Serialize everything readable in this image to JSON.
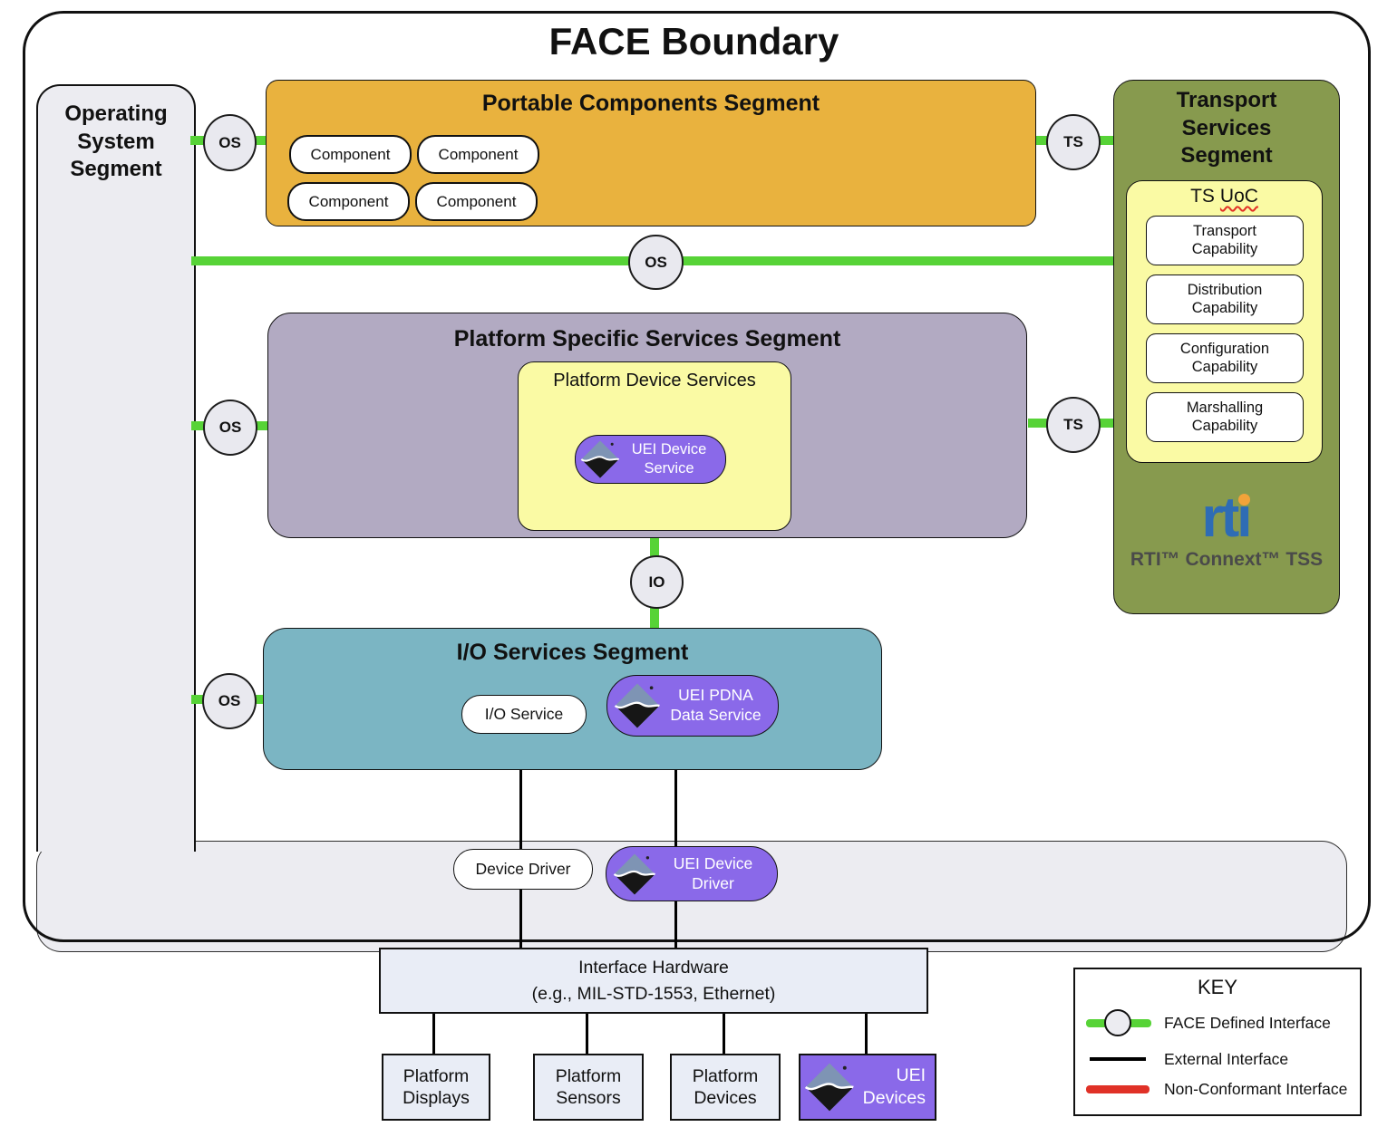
{
  "title": "FACE Boundary",
  "connectors": {
    "os": "OS",
    "ts": "TS",
    "io": "IO"
  },
  "os_segment": {
    "title": "Operating System Segment"
  },
  "portable": {
    "title": "Portable Components Segment",
    "components": [
      "Component",
      "Component",
      "Component",
      "Component"
    ]
  },
  "transport": {
    "title": "Transport Services Segment",
    "uoc_title_prefix": "TS",
    "uoc_title_name": "UoC",
    "capabilities": [
      "Transport Capability",
      "Distribution Capability",
      "Configuration Capability",
      "Marshalling Capability"
    ],
    "rti_brand": "rti",
    "rti_caption": "RTI™ Connext™ TSS"
  },
  "platform_specific": {
    "title": "Platform Specific Services Segment",
    "device_services_title": "Platform Device Services",
    "uei_device_service": {
      "line1": "UEI Device",
      "line2": "Service"
    }
  },
  "io_services": {
    "title": "I/O Services Segment",
    "io_service": "I/O Service",
    "uei_pdna": {
      "line1": "UEI PDNA",
      "line2": "Data Service"
    }
  },
  "drivers": {
    "device_driver": "Device Driver",
    "uei_device_driver": {
      "line1": "UEI Device",
      "line2": "Driver"
    }
  },
  "interface_hardware": {
    "line1": "Interface Hardware",
    "line2": "(e.g., MIL-STD-1553, Ethernet)"
  },
  "external_boxes": {
    "displays": "Platform Displays",
    "sensors": "Platform Sensors",
    "devices": "Platform Devices",
    "uei_devices": {
      "line1": "UEI",
      "line2": "Devices"
    }
  },
  "key": {
    "title": "KEY",
    "face_defined": "FACE Defined Interface",
    "external": "External Interface",
    "non_conformant": "Non-Conformant Interface"
  },
  "colors": {
    "face_defined_interface_green": "#57D337",
    "non_conformant_red": "#E03127",
    "portable_orange": "#E9B23E",
    "transport_olive": "#879A4E",
    "uoc_yellow": "#FAFAA4",
    "platform_lavender": "#B2AAC2",
    "io_teal": "#7BB5C3",
    "uei_purple": "#8A69E9",
    "segment_gray": "#ECECF1",
    "rti_blue": "#2E6CB5",
    "rti_dot_orange": "#F2A33A"
  }
}
